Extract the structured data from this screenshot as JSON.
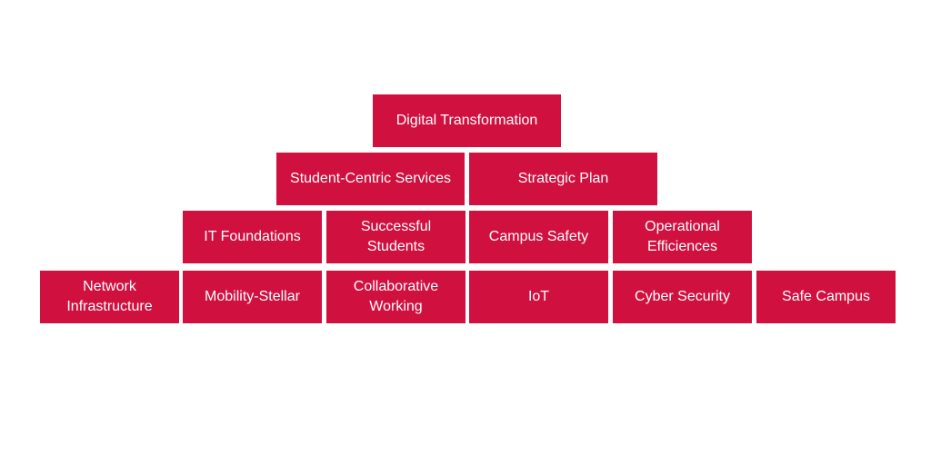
{
  "pyramid": {
    "color": "#d0103f",
    "text_color": "#ffffff",
    "rows": [
      [
        "Digital Transformation"
      ],
      [
        "Student-Centric Services",
        "Strategic Plan"
      ],
      [
        "IT Foundations",
        "Successful\nStudents",
        "Campus Safety",
        "Operational\nEfficiences"
      ],
      [
        "Network\nInfrastructure",
        "Mobility-Stellar",
        "Collaborative\nWorking",
        "IoT",
        "Cyber Security",
        "Safe Campus"
      ]
    ]
  }
}
